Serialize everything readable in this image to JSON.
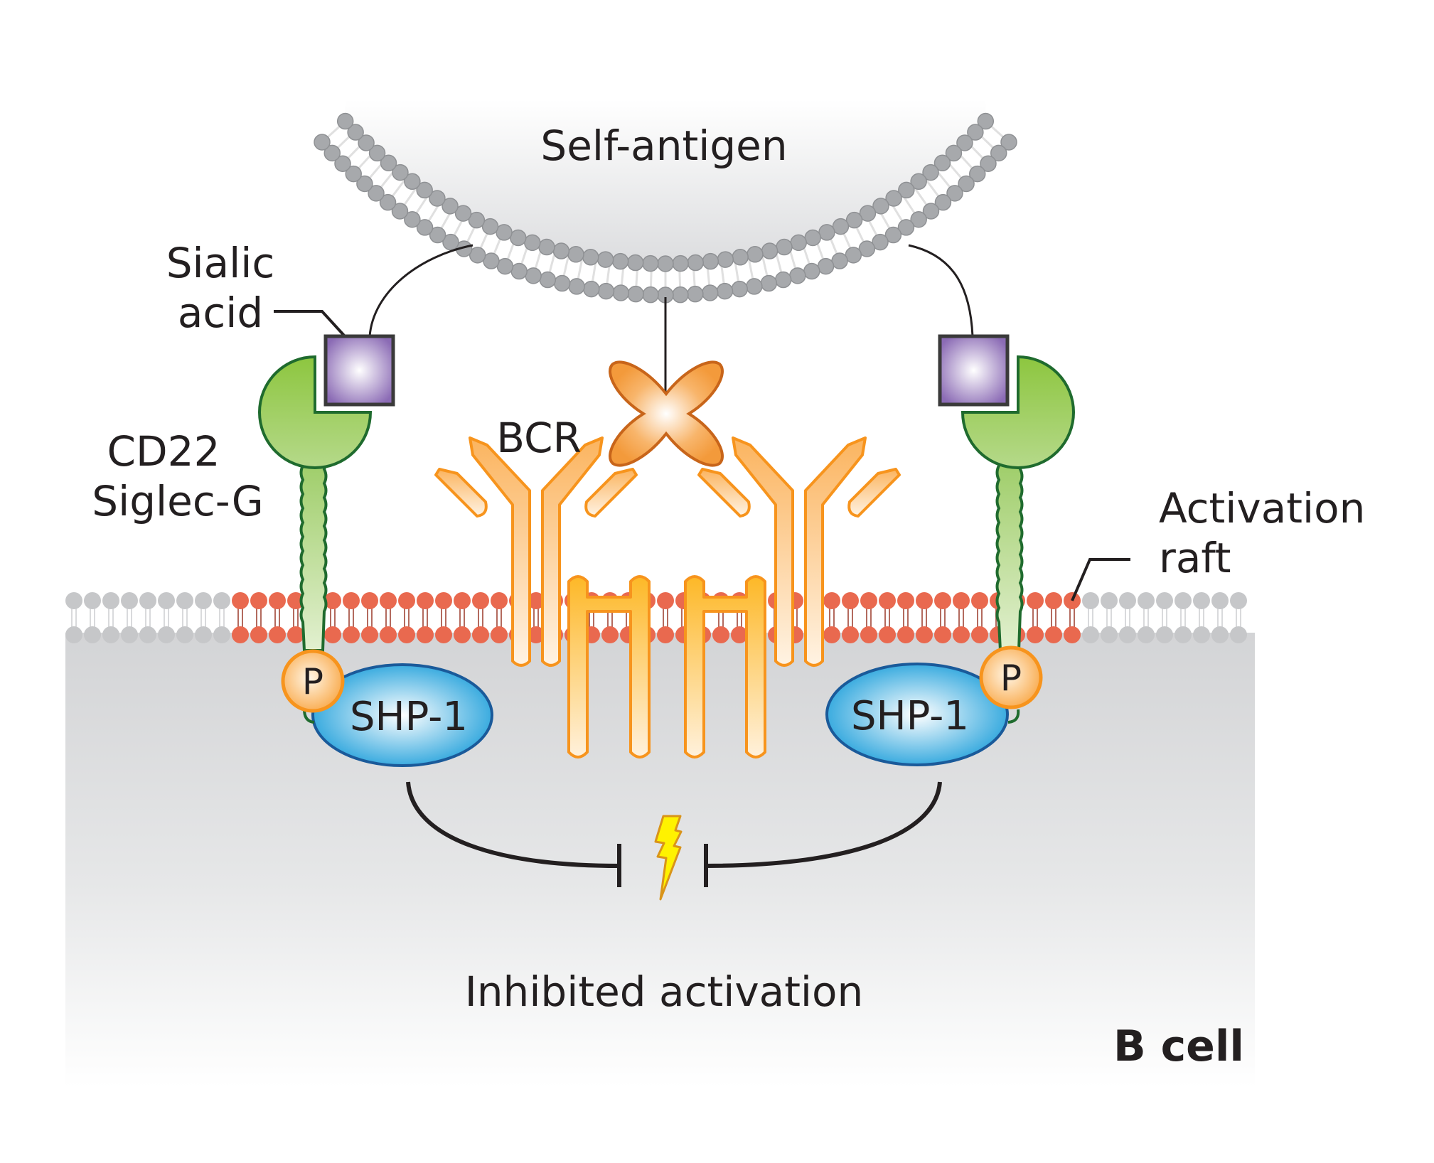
{
  "figure": {
    "title": "CD22 / Siglec-G inhibition of BCR signaling by self-antigen",
    "labels": {
      "self_antigen": "Self-antigen",
      "sialic_acid_line1": "Sialic",
      "sialic_acid_line2": "acid",
      "cd22_line1": "CD22",
      "cd22_line2": "Siglec-G",
      "bcr": "BCR",
      "activation_raft_line1": "Activation",
      "activation_raft_line2": "raft",
      "shp1_left": "SHP-1",
      "shp1_right": "SHP-1",
      "phospho_left": "P",
      "phospho_right": "P",
      "inhibited_activation": "Inhibited activation",
      "b_cell": "B cell"
    },
    "colors": {
      "lipid_gray": "#a7a9ac",
      "raft_red": "#e9694f",
      "cd22_green": "#8dc63f",
      "cd22_outline": "#1f6b2e",
      "sialic_purple": "#8b6bb5",
      "bcr_orange": "#f7941d",
      "antigen_orange": "#f39a3b",
      "shp1_blue": "#27a3dc",
      "phospho_orange": "#f7941d",
      "bolt_yellow": "#fff200",
      "cell_gray": "#d5d6d8"
    }
  }
}
